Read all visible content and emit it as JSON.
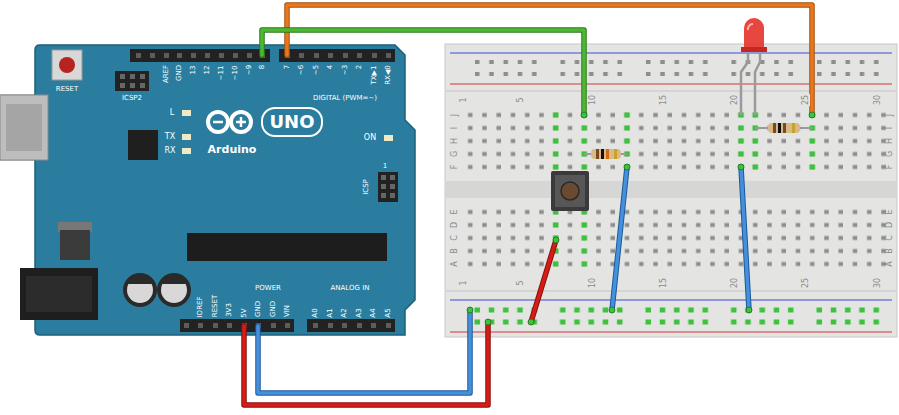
{
  "diagram": {
    "labels": [
      "RESET",
      "ICSP2",
      "AREF",
      "GND",
      "13",
      "12",
      "~11",
      "~10",
      "~9",
      "8",
      "7",
      "~6",
      "~5",
      "4",
      "~3",
      "2",
      "TX▶1",
      "RX◀0",
      "DIGITAL (PWM=~)",
      "L",
      "TX",
      "RX",
      "UNO",
      "Arduino",
      "ON",
      "ICSP",
      "1",
      "IOREF",
      "RESET",
      "3V3",
      "5V",
      "GND",
      "GND",
      "VIN",
      "POWER",
      "ANALOG IN",
      "A0",
      "A1",
      "A2",
      "A3",
      "A4",
      "A5",
      "1",
      "5",
      "10",
      "15",
      "20",
      "25",
      "30",
      "1",
      "5",
      "10",
      "15",
      "20",
      "25",
      "30",
      "J",
      "I",
      "H",
      "G",
      "F",
      "E",
      "D",
      "C",
      "B",
      "A",
      "J",
      "I",
      "H",
      "G",
      "F",
      "E",
      "D",
      "C",
      "B",
      "A"
    ]
  }
}
